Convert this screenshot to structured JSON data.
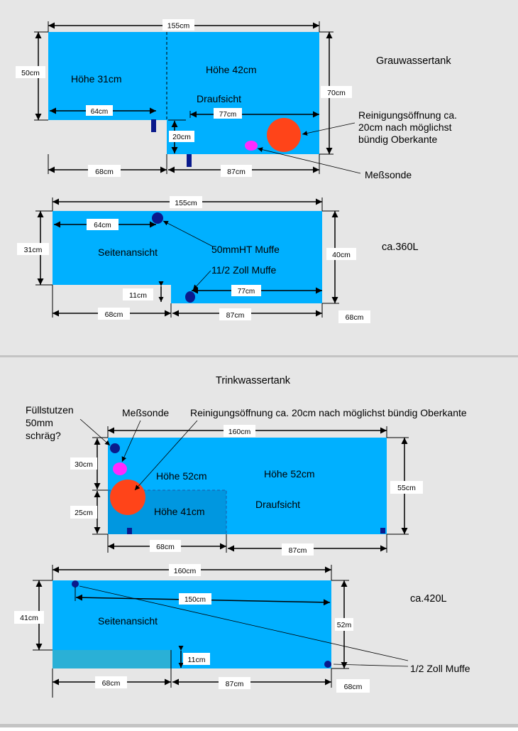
{
  "colors": {
    "background": "#e6e6e6",
    "tank": "#00b0ff",
    "tank_lower_section": "#0097e0",
    "tank_low_strip": "#2ab0d6",
    "dimension_line": "#000000",
    "label_box": "#ffffff",
    "cleaning_opening": "#ff4419",
    "probe": "#ff2bff",
    "fitting": "#0a1a8c",
    "separator": "#c4c4c4"
  },
  "grey_tank": {
    "heading": "Grauwassertank",
    "capacity": "ca.360L",
    "top_view": {
      "dim_total_length": "155cm",
      "dim_left_width": "50cm",
      "dim_right_width": "70cm",
      "height_left": "Höhe 31cm",
      "height_right": "Höhe 42cm",
      "view_label": "Draufsicht",
      "dim_inner_64": "64cm",
      "dim_inner_77": "77cm",
      "dim_step_20": "20cm",
      "dim_bottom_68": "68cm",
      "dim_bottom_87": "87cm",
      "note_cleaning_opening_line1": "Reinigungsöffnung ca.",
      "note_cleaning_opening_line2": "20cm nach möglichst",
      "note_cleaning_opening_line3": "bündig Oberkante",
      "note_probe": "Meßsonde"
    },
    "side_view": {
      "dim_total_length": "155cm",
      "dim_left_height": "31cm",
      "dim_right_height": "40cm",
      "dim_inner_64": "64cm",
      "dim_inner_77": "77cm",
      "dim_step_11": "11cm",
      "dim_bottom_68": "68cm",
      "dim_bottom_87": "87cm",
      "dim_extra_68": "68cm",
      "view_label": "Seitenansicht",
      "note_ht_socket": "50mmHT Muffe",
      "note_inch_socket": "11/2 Zoll Muffe"
    }
  },
  "fresh_tank": {
    "heading": "Trinkwassertank",
    "capacity": "ca.420L",
    "top_view": {
      "note_filler_line1": "Füllstutzen",
      "note_filler_line2": "50mm",
      "note_filler_line3": "schräg?",
      "note_probe": "Meßsonde",
      "note_cleaning_opening": "Reinigungsöffnung ca. 20cm nach möglichst bündig Oberkante",
      "dim_total_length": "160cm",
      "dim_right_width": "55cm",
      "dim_upper_left": "30cm",
      "dim_lower_left": "25cm",
      "height_left_upper": "Höhe 52cm",
      "height_right": "Höhe 52cm",
      "height_lower_section": "Höhe 41cm",
      "view_label": "Draufsicht",
      "dim_bottom_68": "68cm",
      "dim_bottom_87": "87cm"
    },
    "side_view": {
      "dim_total_length": "160cm",
      "dim_inner_150": "150cm",
      "dim_left_height": "41cm",
      "dim_right_height": "52m",
      "dim_step_11": "11cm",
      "view_label": "Seitenansicht",
      "dim_bottom_68": "68cm",
      "dim_bottom_87": "87cm",
      "dim_extra_68": "68cm",
      "note_inch_socket": "1/2 Zoll Muffe"
    }
  }
}
